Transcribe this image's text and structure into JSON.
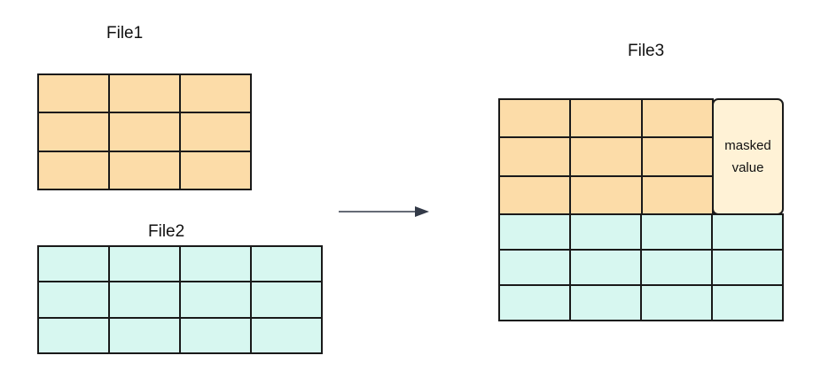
{
  "colors": {
    "orange": "#FCDCA8",
    "teal": "#D7F7F0",
    "masked": "#FFF2D6",
    "stroke": "#1a1a1a",
    "arrow": "#333a48"
  },
  "file1": {
    "title": "File1"
  },
  "file2": {
    "title": "File2"
  },
  "file3": {
    "title": "File3",
    "masked_label": "masked value"
  }
}
